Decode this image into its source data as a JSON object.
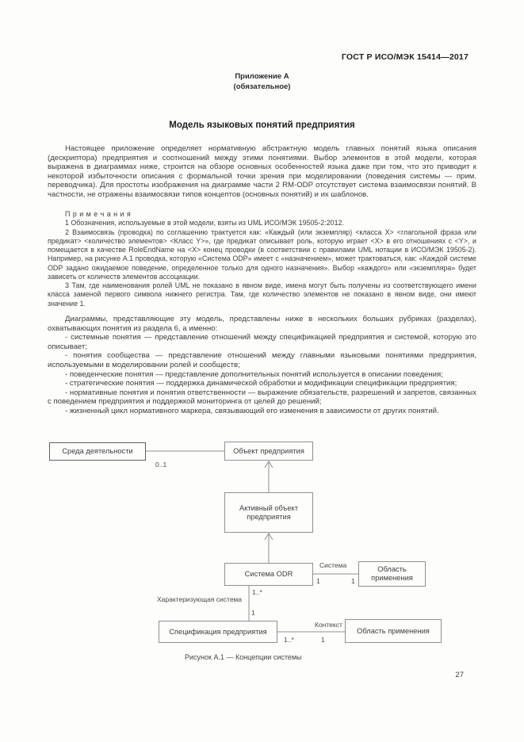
{
  "header": {
    "standard": "ГОСТ Р ИСО/МЭК 15414—2017"
  },
  "appendix": {
    "label": "Приложение А",
    "type": "(обязательное)",
    "title": "Модель языковых понятий предприятия"
  },
  "body": {
    "intro": "Настоящее приложение определяет нормативную абстрактную модель главных понятий языка описания (дескриптора) предприятия и соотношений между этими понятиями. Выбор элементов в этой модели, которая выражена в диаграммах ниже, строится на обзоре основных особенностей языка даже при том, что это приводит к некоторой избыточности описания с формальной точки зрения при моделировании (поведения системы — прим. переводчика). Для простоты изображения на диаграмме части 2 RM-ODP отсутствует система взаимосвязи понятий. В частности, не отражены взаимосвязи типов концептов (основных понятий) и их шаблонов.",
    "notes_heading": "П р и м е ч а н и я",
    "note1": "1  Обозначения, используемые в этой модели, взяты из UML ИСО/МЭК 19505-2:2012.",
    "note2": "2  Взаимосвязь (проводка) по соглашению трактуется как: «Каждый (или экземпляр) <класса X> <глагольной фраза или предикат> <количество элементов> <Класс Y>», где предикат описывает роль, которую играет <X> в его отношениях с <Y>, и помещается в качестве RoleEndName на <X> конец проводки (в соответствии с правилами UML нотации в ИСО/МЭК 19505-2). Например, на рисунке А.1 проводка, которую «Система ODP» имеет с «назначением», может трактоваться, как: «Каждой системе ODP задано ожидаемое поведение, определенное только для одного назначения». Выбор «каждого» или «экземпляра» будет зависеть от количеств элементов ассоциации.",
    "note3": "3  Там, где наименования ролей UML не показано в явном виде, имена могут быть получены из соответствующего имени класса заменой первого символа нижнего регистра. Там, где количество элементов не показано в явном виде, они имеют значение 1.",
    "diagrams_intro": "Диаграммы, представляющие эту модель, представлены ниже в нескольких больших рубриках (разделах), охватывающих понятия из раздела 6, а именно:",
    "bullets": [
      "- системные понятия —  представление отношений между спецификацией предприятия и системой, которую это описывает;",
      "- понятия сообщества — представление отношений между главными языковыми понятиями предприятия, используемыми в моделировании ролей и сообществ;",
      "- поведенческие понятия — представление дополнительных понятий используется в описании поведения;",
      "- стратегические понятия — поддержка динамической обработки и модификации спецификации предприятия;",
      "- нормативные понятия и понятия ответственности — выражение обязательств, разрешений и запретов, связанных с поведением предприятия и поддержкой мониторинга от целей до решений;",
      "- жизненный цикл нормативного маркера, связывающий его изменения в зависимости от других понятий."
    ]
  },
  "diagram": {
    "boxes": {
      "environment": "Среда деятельности",
      "enterprise_object": "Объект предприятия",
      "active_object": "Активный объект предприятия",
      "odr_system": "Система ODR",
      "scope_top": "Область применения",
      "spec": "Спецификация предприятия",
      "scope_bottom": "Область применения"
    },
    "labels": {
      "mult_0_1": "0..1",
      "system_role": "Система",
      "one_left": "1",
      "one_right": "1",
      "mult_1_star_top": "1..*",
      "characterizing_system": "Характеризующая система",
      "one_mid": "1",
      "context_role": "Контекст",
      "mult_1_star_bottom": "1..*",
      "one_bottom": "1"
    },
    "caption": "Рисунок А.1 — Концепции системы"
  },
  "footer": {
    "page_number": "27"
  },
  "colors": {
    "line": "#8f8f8f",
    "text": "#3c3c3c"
  }
}
